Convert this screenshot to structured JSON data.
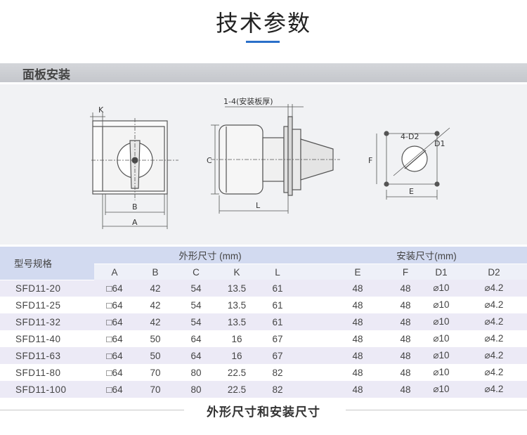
{
  "header": {
    "title": "技术参数"
  },
  "section": {
    "title": "面板安装"
  },
  "diagram": {
    "front_labels": {
      "k": "K",
      "b": "B",
      "a": "A"
    },
    "side_labels": {
      "thickness": "1-4(安装板厚)",
      "c": "C",
      "l": "L"
    },
    "mount_labels": {
      "holes": "4-D2",
      "d1": "D1",
      "f": "F",
      "e": "E"
    }
  },
  "table": {
    "model_header": "型号规格",
    "group_outline": "外形尺寸 (mm)",
    "group_mount": "安装尺寸(mm)",
    "columns_outline": [
      "A",
      "B",
      "C",
      "K",
      "L"
    ],
    "columns_mount": [
      "E",
      "F",
      "D1",
      "D2"
    ],
    "rows": [
      {
        "model": "SFD11-20",
        "a": "□64",
        "b": "42",
        "c": "54",
        "k": "13.5",
        "l": "61",
        "e": "48",
        "f": "48",
        "d1": "⌀10",
        "d2": "⌀4.2"
      },
      {
        "model": "SFD11-25",
        "a": "□64",
        "b": "42",
        "c": "54",
        "k": "13.5",
        "l": "61",
        "e": "48",
        "f": "48",
        "d1": "⌀10",
        "d2": "⌀4.2"
      },
      {
        "model": "SFD11-32",
        "a": "□64",
        "b": "42",
        "c": "54",
        "k": "13.5",
        "l": "61",
        "e": "48",
        "f": "48",
        "d1": "⌀10",
        "d2": "⌀4.2"
      },
      {
        "model": "SFD11-40",
        "a": "□64",
        "b": "50",
        "c": "64",
        "k": "16",
        "l": "67",
        "e": "48",
        "f": "48",
        "d1": "⌀10",
        "d2": "⌀4.2"
      },
      {
        "model": "SFD11-63",
        "a": "□64",
        "b": "50",
        "c": "64",
        "k": "16",
        "l": "67",
        "e": "48",
        "f": "48",
        "d1": "⌀10",
        "d2": "⌀4.2"
      },
      {
        "model": "SFD11-80",
        "a": "□64",
        "b": "70",
        "c": "80",
        "k": "22.5",
        "l": "82",
        "e": "48",
        "f": "48",
        "d1": "⌀10",
        "d2": "⌀4.2"
      },
      {
        "model": "SFD11-100",
        "a": "□64",
        "b": "70",
        "c": "80",
        "k": "22.5",
        "l": "82",
        "e": "48",
        "f": "48",
        "d1": "⌀10",
        "d2": "⌀4.2"
      }
    ]
  },
  "footer": {
    "caption": "外形尺寸和安装尺寸"
  }
}
